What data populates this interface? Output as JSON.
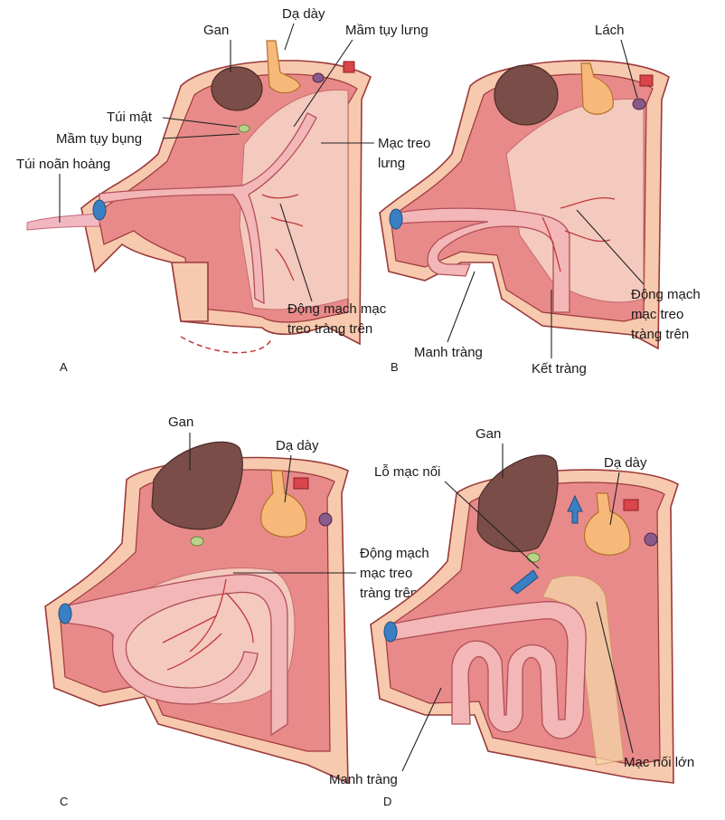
{
  "panels": [
    {
      "letter": "A",
      "labels": {
        "gan": "Gan",
        "da_day": "Dạ dày",
        "mam_tuy_lung": "Mầm tụy lưng",
        "tui_mat": "Túi mật",
        "mam_tuy_bung": "Mầm tụy bụng",
        "tui_noan_hoang": "Túi noãn hoàng",
        "mac_treo_lung_1": "Mạc treo",
        "mac_treo_lung_2": "lưng",
        "dong_mach_1": "Động mạch mạc",
        "dong_mach_2": "treo tràng trên"
      }
    },
    {
      "letter": "B",
      "labels": {
        "lach": "Lách",
        "dong_mach_1": "Động mạch",
        "dong_mach_2": "mạc treo",
        "dong_mach_3": "tràng trên",
        "manh_trang": "Manh tràng",
        "ket_trang": "Kết tràng"
      }
    },
    {
      "letter": "C",
      "labels": {
        "gan": "Gan",
        "da_day": "Dạ dày",
        "dong_mach_1": "Động mạch",
        "dong_mach_2": "mạc treo",
        "dong_mach_3": "tràng trên"
      }
    },
    {
      "letter": "D",
      "labels": {
        "gan": "Gan",
        "lo_mac_noi": "Lỗ mạc nối",
        "da_day": "Dạ dày",
        "manh_trang": "Manh tràng",
        "mac_noi_lon": "Mạc nối lớn"
      }
    }
  ],
  "colors": {
    "body_wall": "#f7c9ae",
    "cavity": "#e88a8a",
    "liver": "#7a4d48",
    "stomach": "#f6b979",
    "artery": "#c0393b",
    "arrow": "#3a7fc4"
  }
}
